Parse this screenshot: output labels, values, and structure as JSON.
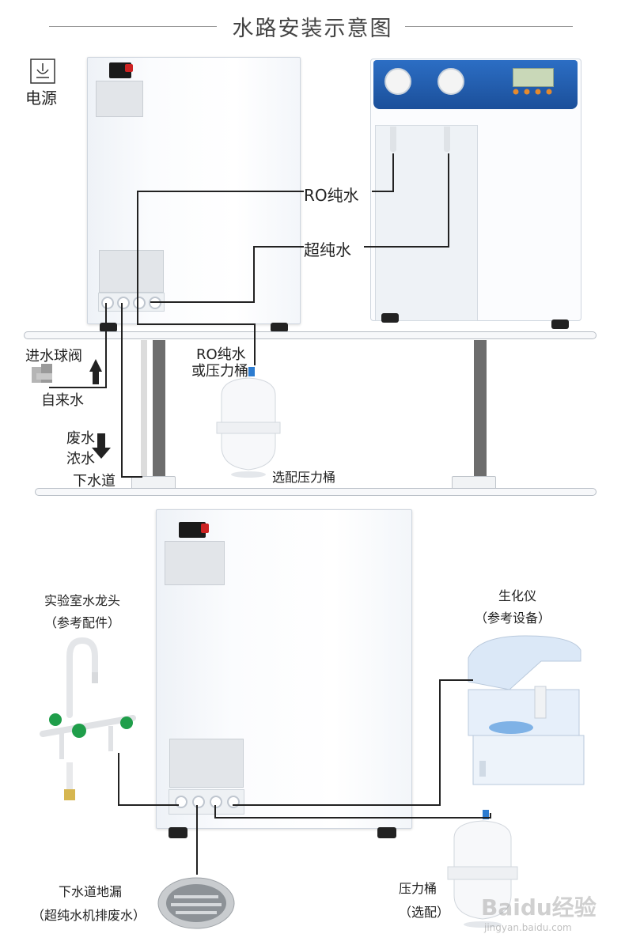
{
  "title": "水路安装示意图",
  "top": {
    "power": "电源",
    "ro_water": "RO纯水",
    "ultrapure_water": "超纯水",
    "inlet_valve": "进水球阀",
    "tap_water": "自来水",
    "ro_or_tank_line1": "RO纯水",
    "ro_or_tank_line2": "或压力桶",
    "waste_water": "废水",
    "concentrate": "浓水",
    "drain": "下水道",
    "optional_tank": "选配压力桶"
  },
  "bottom": {
    "lab_faucet": "实验室水龙头",
    "lab_faucet_note": "（参考配件）",
    "analyzer": "生化仪",
    "analyzer_note": "（参考设备）",
    "floor_drain": "下水道地漏",
    "floor_drain_note": "（超纯水机排废水）",
    "pressure_tank": "压力桶",
    "pressure_tank_note": "（选配）"
  },
  "watermark": {
    "brand": "Baidu经验",
    "url": "jingyan.baidu.com"
  },
  "colors": {
    "line": "#222222",
    "cabinet_border": "#cfd6df",
    "machine_blue": "#1f5fb0",
    "valve_green": "#1f9e4a"
  }
}
